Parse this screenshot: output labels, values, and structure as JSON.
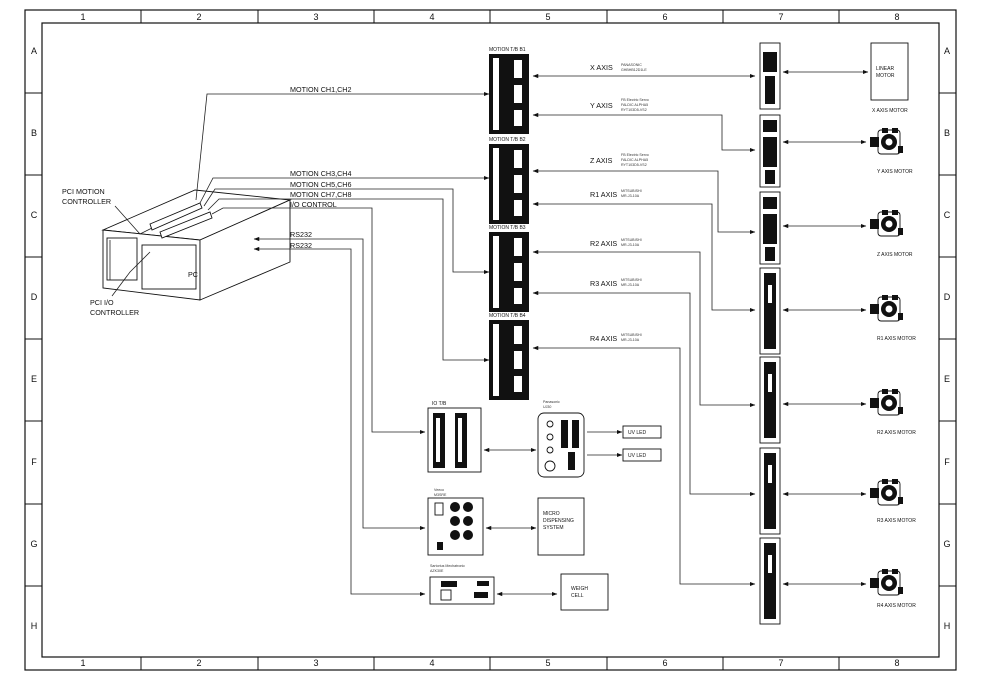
{
  "border": {
    "columns": [
      "1",
      "2",
      "3",
      "4",
      "5",
      "6",
      "7",
      "8"
    ],
    "rows": [
      "A",
      "B",
      "C",
      "D",
      "E",
      "F",
      "G",
      "H"
    ]
  },
  "pc": {
    "label": "PC",
    "pci_motion_controller": "PCI MOTION\nCONTROLLER",
    "pci_io_controller": "PCI I/O\nCONTROLLER"
  },
  "connections": {
    "motion_ch12": "MOTION CH1,CH2",
    "motion_ch34": "MOTION CH3,CH4",
    "motion_ch56": "MOTION CH5,CH6",
    "motion_ch78": "MOTION CH7,CH8",
    "io_control": "I/O CONTROL",
    "rs232_a": "RS232",
    "rs232_b": "RS232"
  },
  "motion_tb": [
    "MOTION T/B B1",
    "MOTION T/B B2",
    "MOTION T/B B3",
    "MOTION T/B B4"
  ],
  "axes": [
    {
      "name": "X AXIS",
      "driver": "PANASONIC\nGHBHB12D1LE"
    },
    {
      "name": "Y AXIS",
      "driver": "FB Electric Servo\nFALDIC ALPHA5\nRYT103D5-VS2"
    },
    {
      "name": "Z AXIS",
      "driver": "FB Electric Servo\nFALDIC ALPHA5\nRYT103D5-VS2"
    },
    {
      "name": "R1 AXIS",
      "driver": "MITSUBISHI\nMR-J3-10A"
    },
    {
      "name": "R2 AXIS",
      "driver": "MITSUBISHI\nMR-J3-10A"
    },
    {
      "name": "R3 AXIS",
      "driver": "MITSUBISHI\nMR-J3-10A"
    },
    {
      "name": "R4 AXIS",
      "driver": "MITSUBISHI\nMR-J3-10A"
    }
  ],
  "motors": {
    "linear": "LINEAR\nMOTOR",
    "x": "X AXIS MOTOR",
    "y": "Y AXIS MOTOR",
    "z": "Z AXIS MOTOR",
    "r1": "R1 AXIS MOTOR",
    "r2": "R2 AXIS MOTOR",
    "r3": "R3 AXIS MOTOR",
    "r4": "R4 AXIS MOTOR"
  },
  "io": {
    "io_tb": "IO T/B",
    "panasonic": "Panasonic\nUJ30",
    "uv_led_1": "UV LED",
    "uv_led_2": "UV LED",
    "dispenser_ctrl": "Veeco\nM3SRE",
    "micro_dispensing": "MICRO\nDISPENSING\nSYSTEM",
    "sartorius": "Sartorius Mechatronic\nAZK30E",
    "weigh_cell": "WEIGH\nCELL"
  }
}
